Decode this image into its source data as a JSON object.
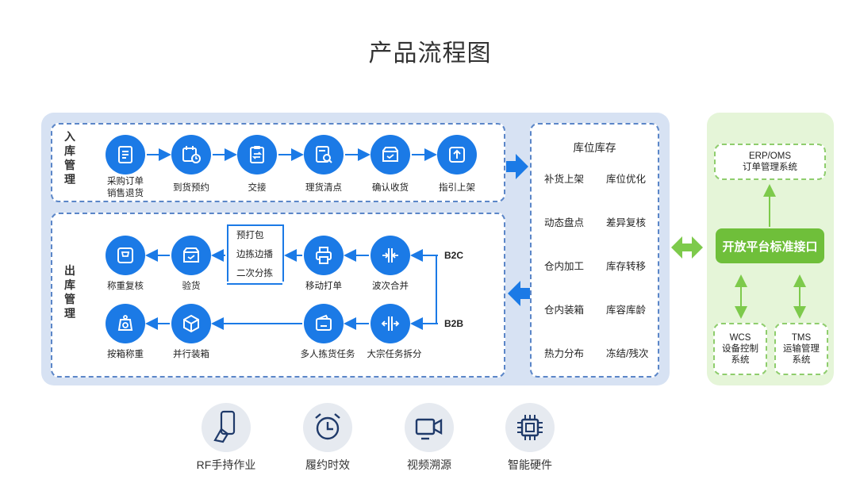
{
  "title": "产品流程图",
  "inbound": {
    "label": [
      "入",
      "库",
      "管",
      "理"
    ],
    "steps": [
      {
        "caption": "采购订单\n销售退货",
        "icon": "document-icon"
      },
      {
        "caption": "到货预约",
        "icon": "calendar-clock-icon"
      },
      {
        "caption": "交接",
        "icon": "clipboard-exchange-icon"
      },
      {
        "caption": "理货清点",
        "icon": "search-document-icon"
      },
      {
        "caption": "确认收货",
        "icon": "box-check-icon"
      },
      {
        "caption": "指引上架",
        "icon": "upload-icon"
      }
    ]
  },
  "outbound": {
    "label": [
      "出",
      "库",
      "管",
      "理"
    ],
    "row1": [
      {
        "caption": "称重复核",
        "icon": "scale-icon"
      },
      {
        "caption": "验货",
        "icon": "box-check-icon"
      },
      {
        "caption": "移动打单",
        "icon": "printer-icon"
      },
      {
        "caption": "波次合并",
        "icon": "merge-icon"
      }
    ],
    "pack_options": [
      "预打包",
      "边拣边播",
      "二次分拣"
    ],
    "row2": [
      {
        "caption": "按箱称重",
        "icon": "weighing-box-icon"
      },
      {
        "caption": "并行装箱",
        "icon": "cube-icon"
      },
      {
        "caption": "多人拣货任务",
        "icon": "wallet-icon"
      },
      {
        "caption": "大宗任务拆分",
        "icon": "split-icon"
      }
    ],
    "b2c": "B2C",
    "b2b": "B2B"
  },
  "inventory": {
    "title": "库位库存",
    "items": [
      [
        "补货上架",
        "库位优化"
      ],
      [
        "动态盘点",
        "差异复核"
      ],
      [
        "仓内加工",
        "库存转移"
      ],
      [
        "仓内装箱",
        "库容库龄"
      ],
      [
        "热力分布",
        "冻结/残次"
      ]
    ]
  },
  "platform": {
    "erp": "ERP/OMS\n订单管理系统",
    "center": "开放平台标准接口",
    "wcs": "WCS\n设备控制\n系统",
    "tms": "TMS\n运输管理\n系统"
  },
  "features": [
    {
      "label": "RF手持作业",
      "icon": "phone-hand-icon"
    },
    {
      "label": "履约时效",
      "icon": "alarm-clock-icon"
    },
    {
      "label": "视频溯源",
      "icon": "video-camera-icon"
    },
    {
      "label": "智能硬件",
      "icon": "chip-icon"
    }
  ],
  "colors": {
    "primary": "#1b7ae6",
    "panel": "#d7e2f3",
    "green": "#6fbf3a",
    "green_panel": "#e5f5d8"
  }
}
